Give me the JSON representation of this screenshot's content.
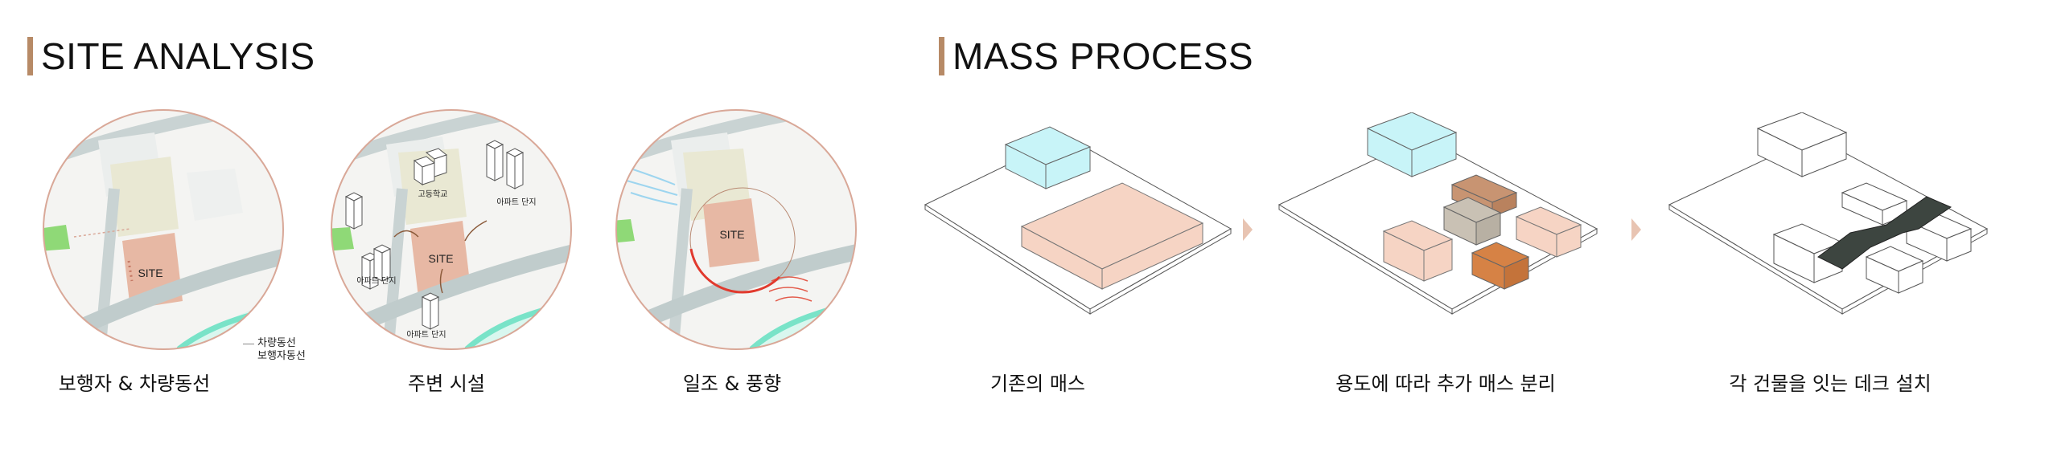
{
  "sections": {
    "site": {
      "title": "SITE ANALYSIS"
    },
    "mass": {
      "title": "MASS PROCESS"
    }
  },
  "site_analysis": {
    "panels": [
      {
        "caption": "보행자 & 차량동선",
        "site_label": "SITE"
      },
      {
        "caption": "주변 시설",
        "site_label": "SITE",
        "labels": {
          "school": "고등학교",
          "apt_right": "아파트 단지",
          "apt_left": "아파트 단지",
          "apt_bottom": "아파트 단지"
        }
      },
      {
        "caption": "일조 & 풍향",
        "site_label": "SITE"
      }
    ],
    "legend": {
      "vehicle": "차량동선",
      "pedestrian": "보행자동선"
    }
  },
  "mass_process": {
    "steps": [
      {
        "caption": "기존의 매스"
      },
      {
        "caption": "용도에 따라 추가 매스 분리"
      },
      {
        "caption": "각 건물을 잇는 데크 설치"
      }
    ]
  },
  "colors": {
    "accent_bar": "#b78a66",
    "circle_border": "#d9a898",
    "site_fill": "#e7b8a4",
    "road": "#c9d3d3",
    "river": "#79e3c8",
    "green": "#8fd977",
    "mass_cyan": "#c8f4f8",
    "mass_peach": "#f6d4c4",
    "mass_brown": "#c89472",
    "mass_grey": "#c9c1b4",
    "mass_orange": "#d68245",
    "deck": "#3d4540",
    "sun": "#e13a2e"
  }
}
